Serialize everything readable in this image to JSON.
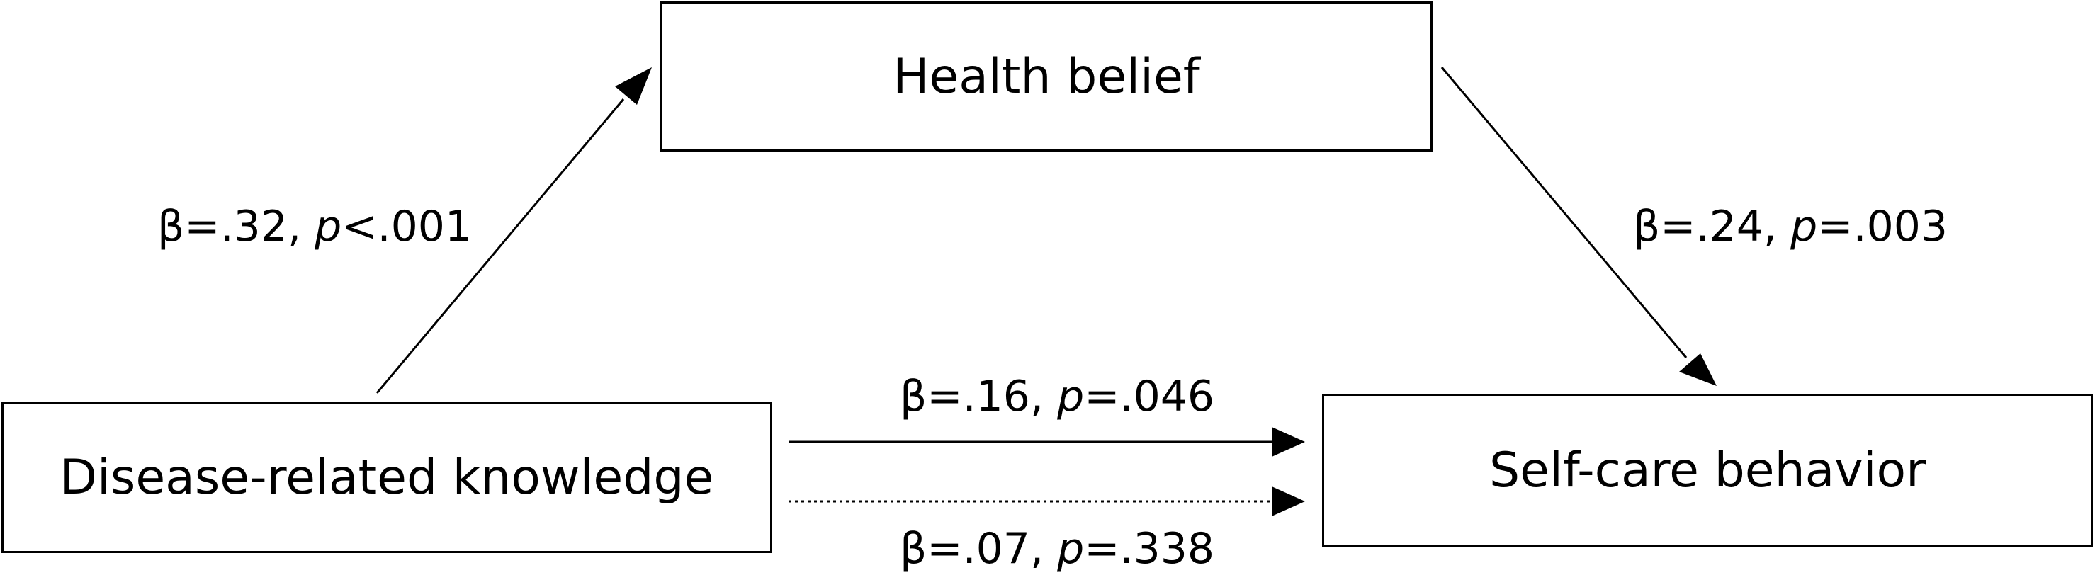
{
  "nodes": {
    "health_belief": "Health belief",
    "disease_knowledge": "Disease-related knowledge",
    "self_care": "Self-care behavior"
  },
  "paths": {
    "knowledge_to_belief": {
      "beta": "β=.32,",
      "p_letter": "p",
      "p_value": "<.001"
    },
    "belief_to_selfcare": {
      "beta": "β=.24,",
      "p_letter": "p",
      "p_value": "=.003"
    },
    "direct_total": {
      "beta": "β=.16,",
      "p_letter": "p",
      "p_value": "=.046"
    },
    "direct_indirect_adjusted": {
      "beta": "β=.07,",
      "p_letter": "p",
      "p_value": "=.338"
    }
  },
  "colors": {
    "line": "#000000",
    "background": "#ffffff"
  }
}
